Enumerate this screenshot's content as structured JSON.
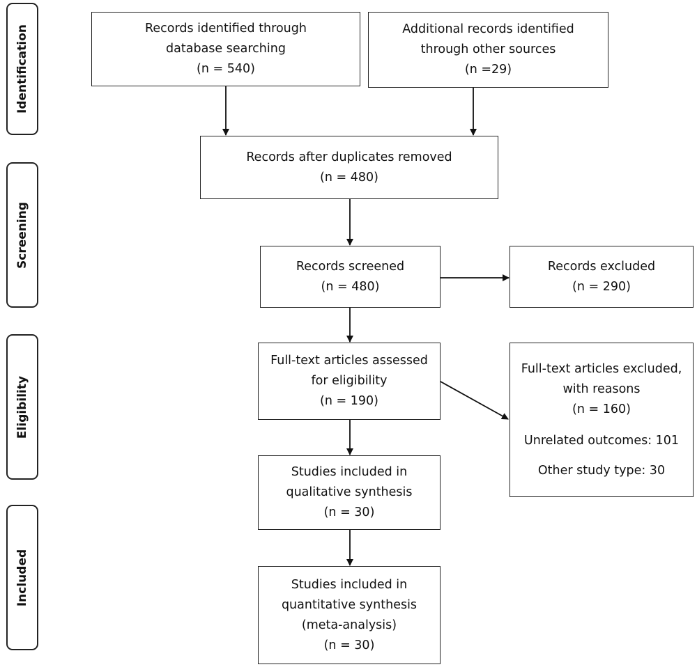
{
  "stages": {
    "identification": "Identification",
    "screening": "Screening",
    "eligibility": "Eligibility",
    "included": "Included"
  },
  "boxes": {
    "db_search": {
      "line1": "Records identified through",
      "line2": "database searching",
      "count": "(n = 540)"
    },
    "other_sources": {
      "line1": "Additional records identified",
      "line2": "through other sources",
      "count": "(n =29)"
    },
    "duplicates_removed": {
      "line1": "Records after duplicates removed",
      "count": "(n = 480)"
    },
    "screened": {
      "line1": "Records screened",
      "count": "(n = 480)"
    },
    "excluded": {
      "line1": "Records excluded",
      "count": "(n = 290)"
    },
    "fulltext_assessed": {
      "line1": "Full-text articles assessed",
      "line2": "for eligibility",
      "count": "(n = 190)"
    },
    "fulltext_excluded": {
      "line1": "Full-text articles excluded,",
      "line2": "with reasons",
      "count": "(n = 160)",
      "reason1": "Unrelated outcomes: 101",
      "reason2": "Other study type: 30"
    },
    "qualitative": {
      "line1": "Studies included in",
      "line2": "qualitative synthesis",
      "count": "(n = 30)"
    },
    "quantitative": {
      "line1": "Studies included in",
      "line2": "quantitative synthesis",
      "line3": "(meta-analysis)",
      "count": "(n = 30)"
    }
  }
}
